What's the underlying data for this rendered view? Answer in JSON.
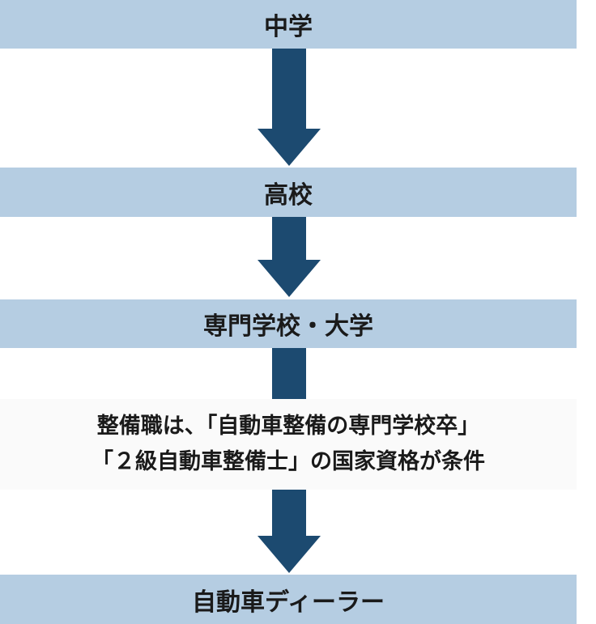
{
  "steps": [
    {
      "label": "中学"
    },
    {
      "label": "高校"
    },
    {
      "label": "専門学校・大学"
    },
    {
      "label": "自動車ディーラー"
    }
  ],
  "note": {
    "line1": "整備職は、「自動車整備の専門学校卒」",
    "line2": "「２級自動車整備士」の国家資格が条件"
  },
  "colors": {
    "box": "#b5cde2",
    "arrow": "#1c4a70",
    "note_bg": "#fafafa"
  }
}
